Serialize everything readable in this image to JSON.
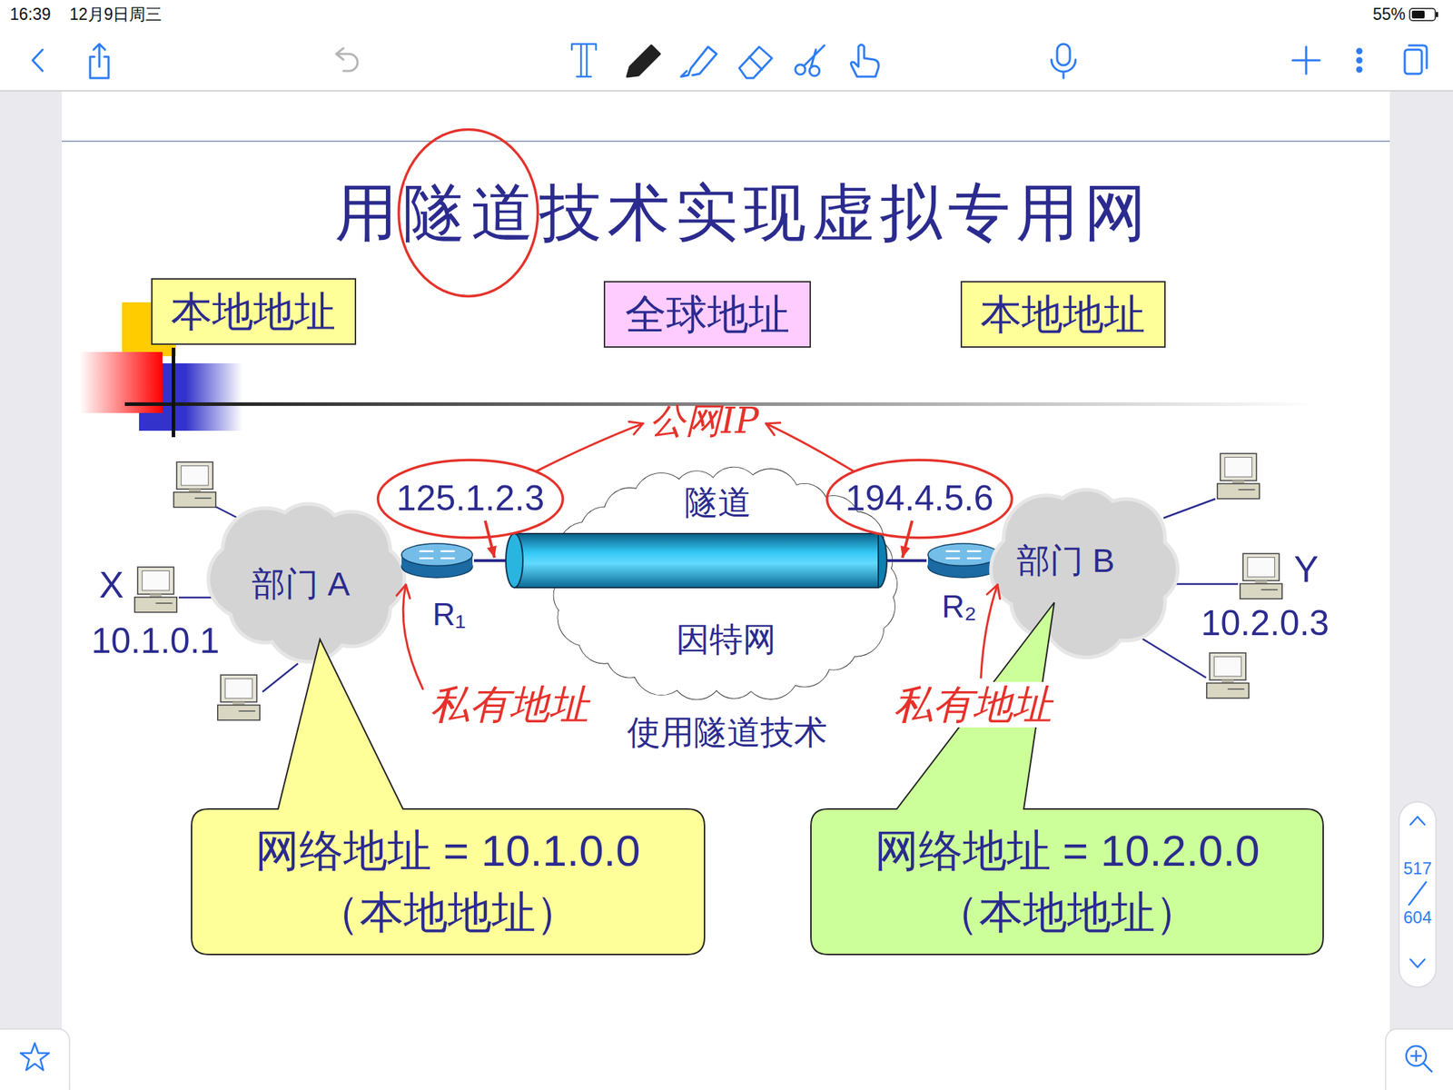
{
  "diagram": {
    "title": "用隧道技术实现虚拟专用网",
    "nodes": [
      {
        "text": [
          "本地地址"
        ]
      },
      {
        "text": [
          "全球地址"
        ]
      },
      {
        "text": [
          "本地地址"
        ]
      },
      {
        "text": [
          "部门 A"
        ]
      },
      {
        "text": [
          "R₁"
        ]
      },
      {
        "text": [
          "隧道",
          "因特网"
        ]
      },
      {
        "text": [
          "R₂"
        ]
      },
      {
        "text": [
          "部门 B"
        ]
      },
      {
        "text": [
          "网络地址 = 10.1.0.0",
          "（本地地址）"
        ]
      },
      {
        "text": [
          "网络地址 = 10.2.0.0",
          "（本地地址）"
        ]
      }
    ],
    "edges": [
      {
        "from": 4,
        "to": 6,
        "arrow": "none"
      }
    ],
    "labels": [
      "16:39",
      "12月9日周三",
      "55%",
      "X",
      "10.1.0.1",
      "125.1.2.3",
      "公网IP",
      "194.4.5.6",
      "Y",
      "10.2.0.3",
      "私有地址",
      "私有地址",
      "使用隧道技术",
      "517",
      "604"
    ]
  }
}
